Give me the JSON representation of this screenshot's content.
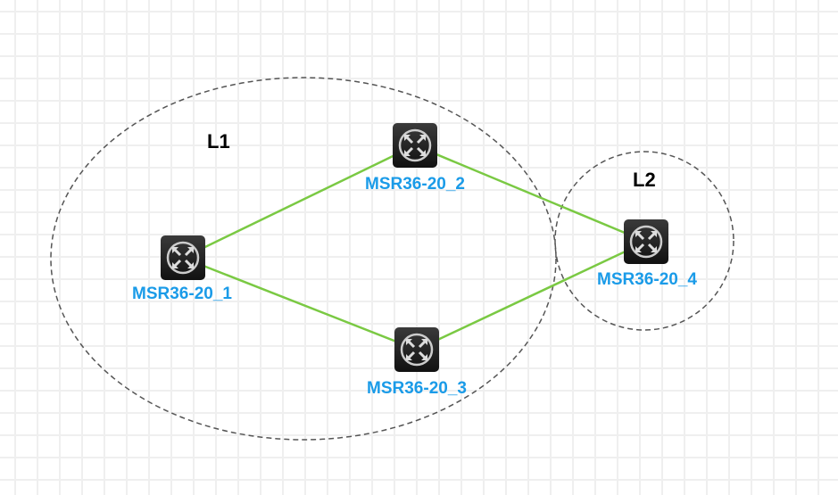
{
  "areas": [
    {
      "label": "L1"
    },
    {
      "label": "L2"
    }
  ],
  "devices": [
    {
      "name": "MSR36-20_1"
    },
    {
      "name": "MSR36-20_2"
    },
    {
      "name": "MSR36-20_3"
    },
    {
      "name": "MSR36-20_4"
    }
  ],
  "colors": {
    "link": "#7ac943",
    "label": "#1a9be8",
    "area_border": "#555555"
  }
}
